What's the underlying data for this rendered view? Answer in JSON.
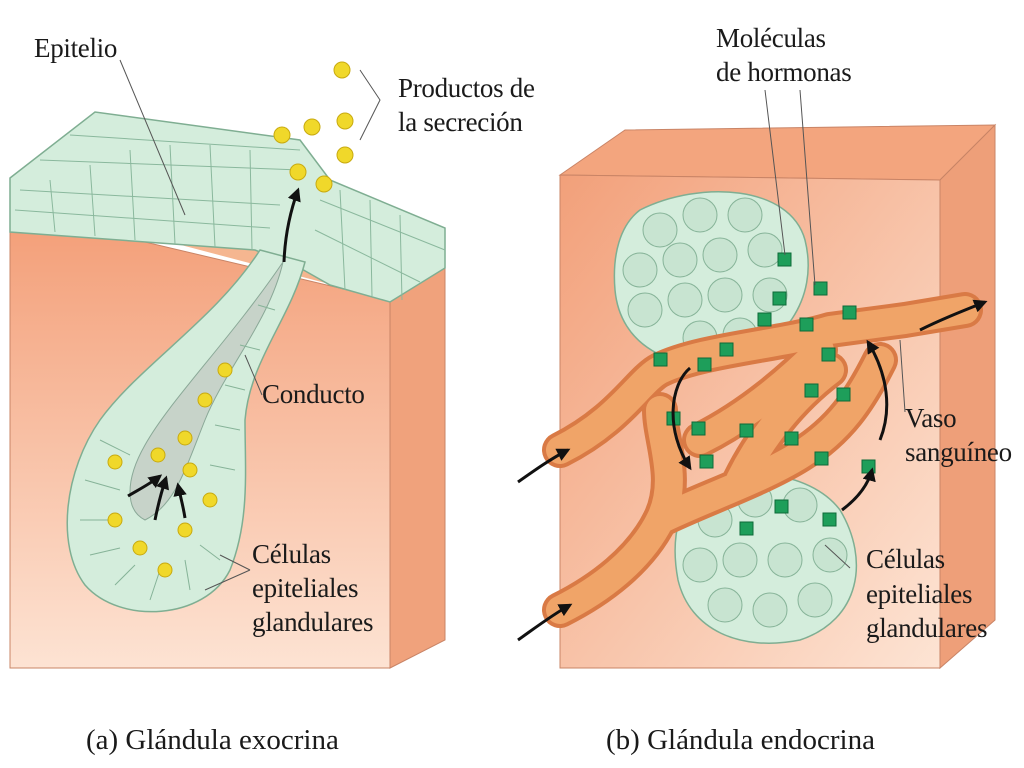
{
  "labels": {
    "epithelium": "Epitelio",
    "secretion_line1": "Productos de",
    "secretion_line2": "la secreción",
    "duct": "Conducto",
    "exo_cells_line1": "Células",
    "exo_cells_line2": "epiteliales",
    "exo_cells_line3": "glandulares",
    "hormone_line1": "Moléculas",
    "hormone_line2": "de hormonas",
    "vessel_line1": "Vaso",
    "vessel_line2": "sanguíneo",
    "endo_cells_line1": "Células",
    "endo_cells_line2": "epiteliales",
    "endo_cells_line3": "glandulares"
  },
  "captions": {
    "exocrine": "(a) Glándula exocrina",
    "endocrine": "(b) Glándula endocrina"
  },
  "colors": {
    "tissue": "#f6b896",
    "tissue_side": "#eea07a",
    "epithelial_cell": "#d4eddc",
    "cell_outline": "#7fae92",
    "secretion": "#f0d82a",
    "hormone": "#1e9e5a",
    "vessel": "#f0a468"
  }
}
